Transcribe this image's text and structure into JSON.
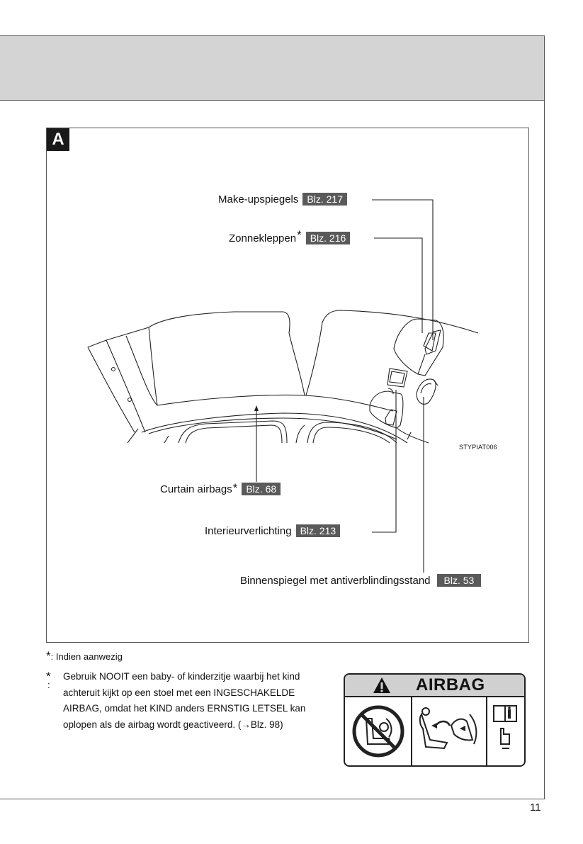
{
  "figure": {
    "letter": "A",
    "code": "STYPIAT006"
  },
  "callouts": [
    {
      "label": "Make-upspiegels",
      "ref": "Blz. 217",
      "asterisk": ""
    },
    {
      "label": "Zonnekleppen",
      "ref": "Blz. 216",
      "asterisk": "*"
    },
    {
      "label": "Curtain airbags",
      "ref": "Blz. 68",
      "asterisk": "*"
    },
    {
      "label": "Interieurverlichting",
      "ref": "Blz. 213",
      "asterisk": ""
    },
    {
      "label": "Binnenspiegel met antiverblindingsstand",
      "ref": "Blz. 53",
      "asterisk": ""
    }
  ],
  "notes": {
    "note1_mark": "*",
    "note1_text": ": Indien aanwezig",
    "note2_mark": "*",
    "note2_colon": ":",
    "note2_text": "Gebruik NOOIT een baby- of kinderzitje waarbij het kind achteruit kijkt op een stoel met een INGESCHAKELDE AIRBAG, omdat het KIND anders ERNSTIG LETSEL kan oplopen als de airbag wordt geactiveerd. (→Blz. 98)"
  },
  "warning_label": {
    "title": "AIRBAG",
    "icons": [
      "warning-triangle-icon",
      "no-rear-facing-child-seat-icon",
      "airbag-deploy-icon",
      "read-manual-icon"
    ]
  },
  "page_number": "11"
}
